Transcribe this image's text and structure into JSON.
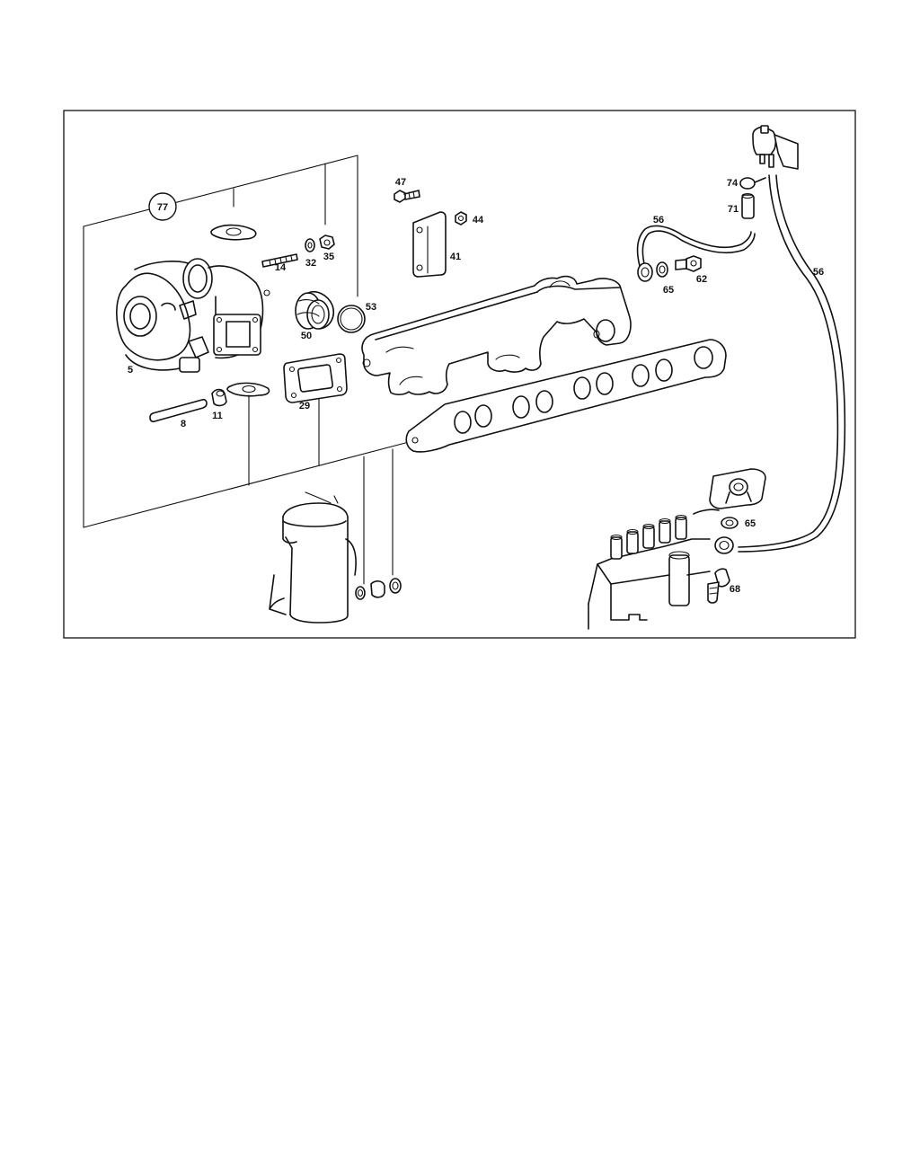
{
  "diagram": {
    "group_label": "77",
    "part_labels": {
      "p5": "5",
      "p8": "8",
      "p11": "11",
      "p14": "14",
      "p29": "29",
      "p32": "32",
      "p35": "35",
      "p41": "41",
      "p44": "44",
      "p47": "47",
      "p50": "50",
      "p53": "53",
      "p56a": "56",
      "p56b": "56",
      "p62": "62",
      "p65a": "65",
      "p65b": "65",
      "p68": "68",
      "p71": "71",
      "p74": "74"
    }
  }
}
